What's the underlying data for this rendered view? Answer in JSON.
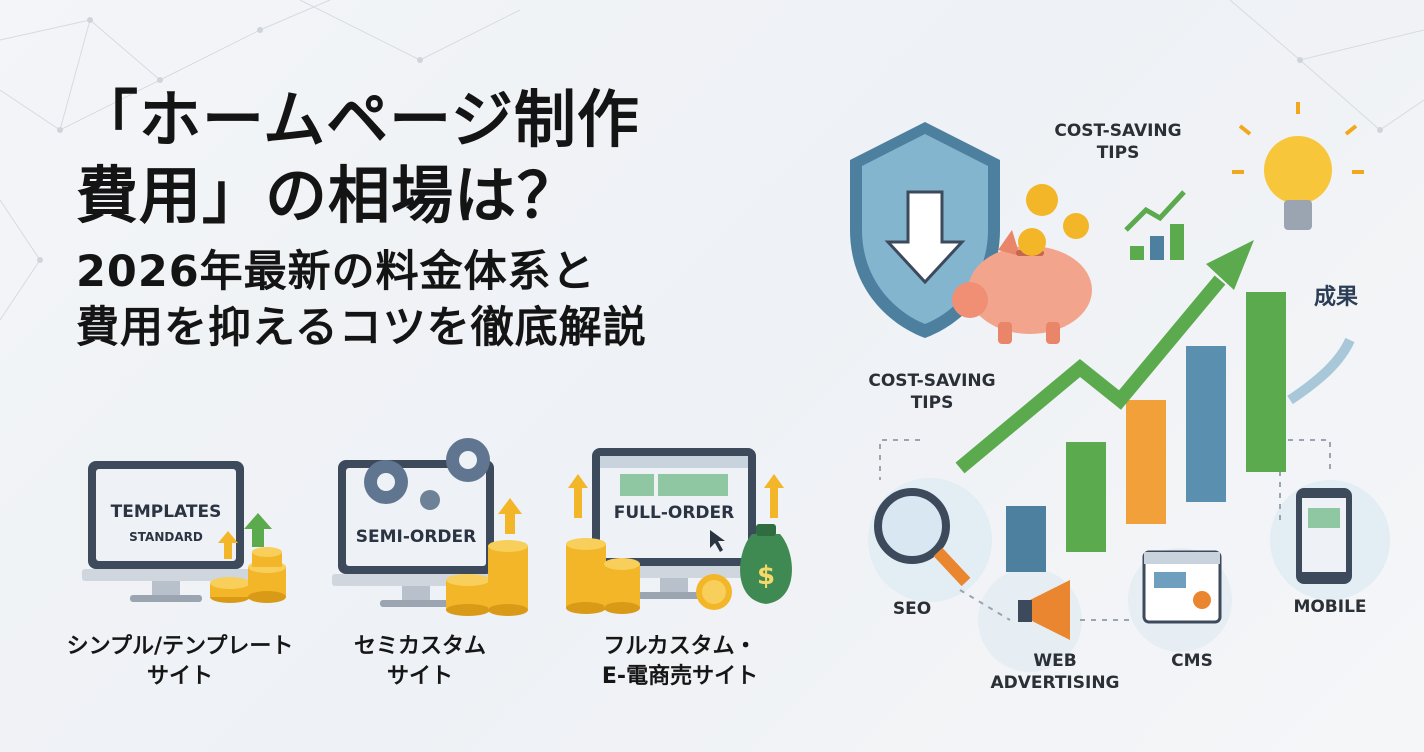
{
  "headline": {
    "line1": "「ホームページ制作",
    "line2": "費用」の相場は？",
    "line3": "2026年最新の料金体系と",
    "line4": "費用を抑えるコツを徹底解説"
  },
  "plans": [
    {
      "screen_title": "TEMPLATES",
      "screen_subtitle": "STANDARD",
      "caption1": "シンプル/テンプレート",
      "caption2": "サイト"
    },
    {
      "screen_title": "SEMI-ORDER",
      "caption1": "セミカスタム",
      "caption2": "サイト"
    },
    {
      "screen_title": "FULL-ORDER",
      "caption1": "フルカスタム・",
      "caption2": "E-電商売サイト"
    }
  ],
  "right": {
    "cost_saving_top": [
      "COST-SAVING",
      "TIPS"
    ],
    "cost_saving_left": [
      "COST-SAVING",
      "TIPS"
    ],
    "result": "成果",
    "seo": "SEO",
    "web_advertising": [
      "WEB",
      "ADVERTISING"
    ],
    "cms": "CMS",
    "mobile": "MOBILE"
  },
  "icons": {
    "shield": "shield-download-icon",
    "piggy": "piggy-bank-icon",
    "bulb": "lightbulb-icon",
    "magnifier": "magnifier-icon",
    "megaphone": "megaphone-icon",
    "browser": "browser-gear-icon",
    "phone": "mobile-phone-icon"
  },
  "colors": {
    "gold": "#f2b628",
    "green_arrow": "#5caa4e",
    "blue_shield": "#5b8fb0",
    "pig": "#f2a58c",
    "text": "#141414"
  }
}
